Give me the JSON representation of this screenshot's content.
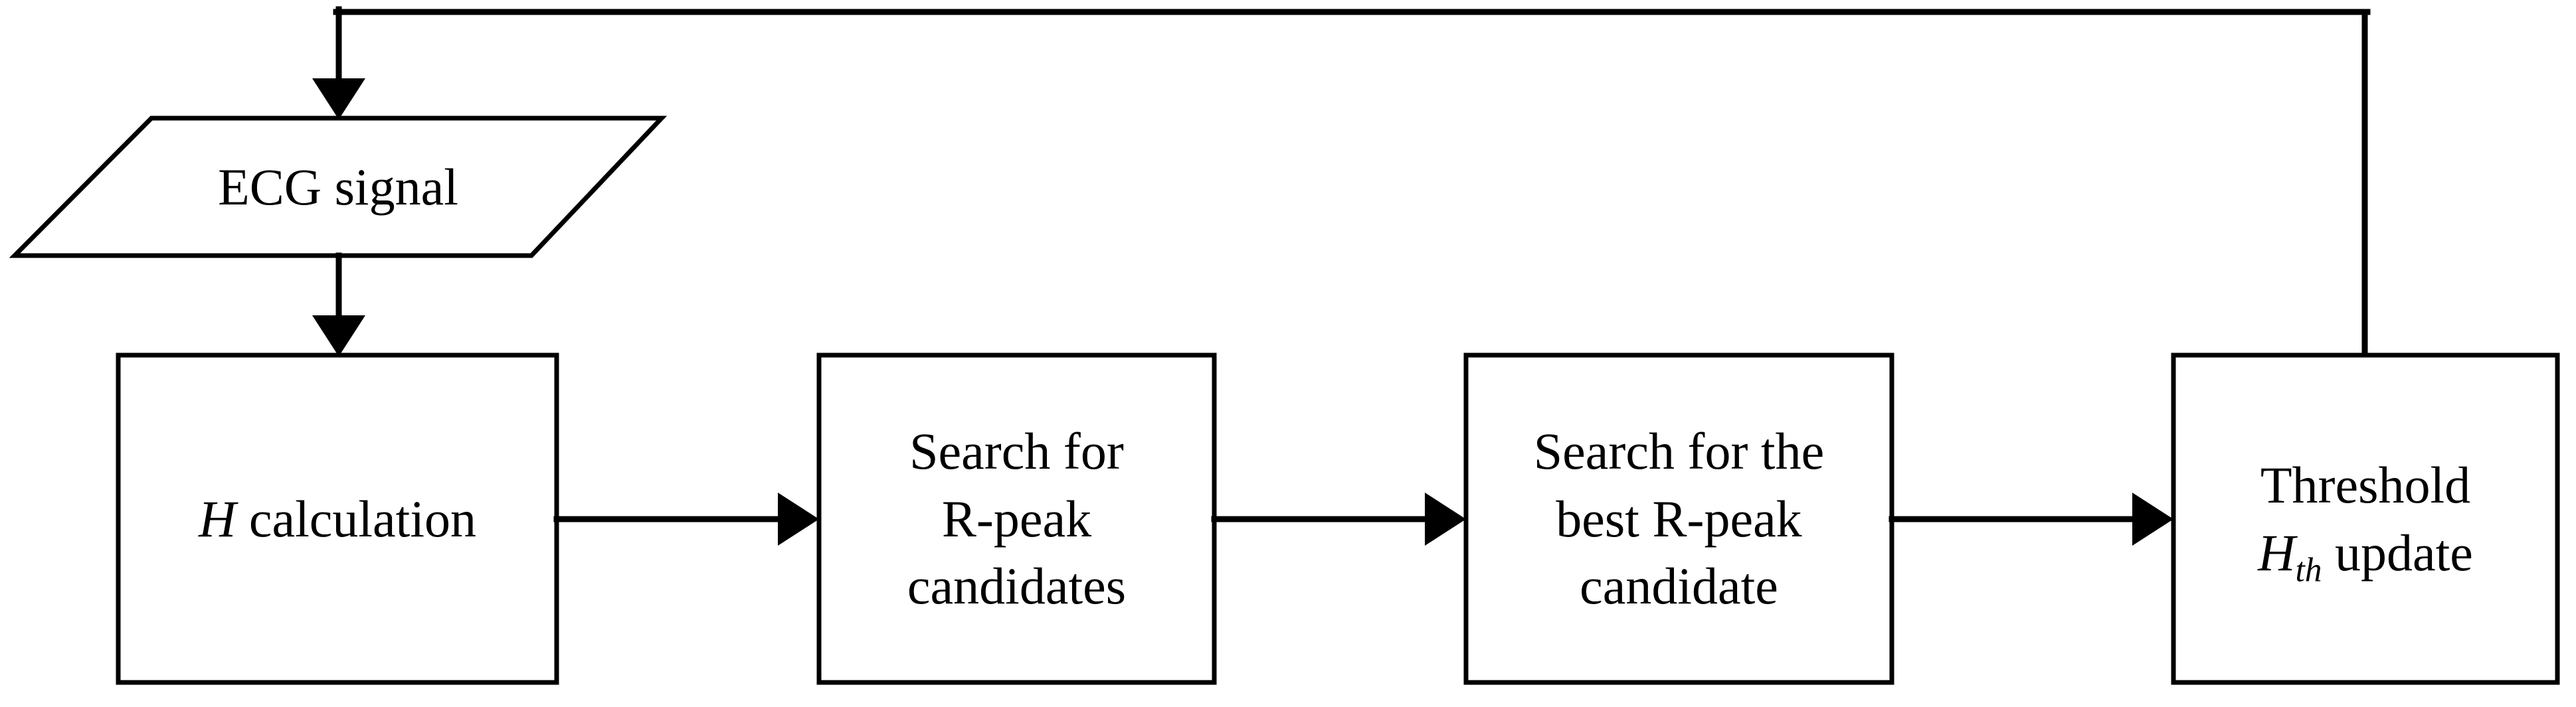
{
  "diagram": {
    "title": "R-peak detection algorithm flowchart",
    "background_color": "#ffffff",
    "stroke_color": "#000000",
    "text_color": "#000000",
    "stroke_width": 7
  },
  "nodes": {
    "input": {
      "shape": "parallelogram",
      "label": "ECG signal",
      "name": "ecg-signal-input-node"
    },
    "step1": {
      "shape": "rectangle",
      "label_prefix": "H",
      "label_suffix": " calculation",
      "label_plain": "H calculation",
      "name": "h-calculation-node"
    },
    "step2": {
      "shape": "rectangle",
      "label_plain": "Search for\nR-peak\ncandidates",
      "name": "search-r-peak-candidates-node"
    },
    "step3": {
      "shape": "rectangle",
      "label_plain": "Search for the\nbest R-peak\ncandidate",
      "name": "search-best-r-peak-candidate-node"
    },
    "step4": {
      "shape": "rectangle",
      "label_line1": "Threshold",
      "label_var": "H",
      "label_subscript": "th",
      "label_suffix": " update",
      "label_plain": "Threshold\nHth update",
      "name": "threshold-update-node"
    }
  },
  "edges": [
    {
      "from": "input",
      "to": "step1",
      "direction": "down",
      "arrowhead": true
    },
    {
      "from": "step1",
      "to": "step2",
      "direction": "right",
      "arrowhead": true
    },
    {
      "from": "step2",
      "to": "step3",
      "direction": "right",
      "arrowhead": true
    },
    {
      "from": "step3",
      "to": "step4",
      "direction": "right",
      "arrowhead": true
    },
    {
      "from": "step4",
      "to": "input",
      "direction": "feedback-loop",
      "arrowhead": true
    }
  ]
}
